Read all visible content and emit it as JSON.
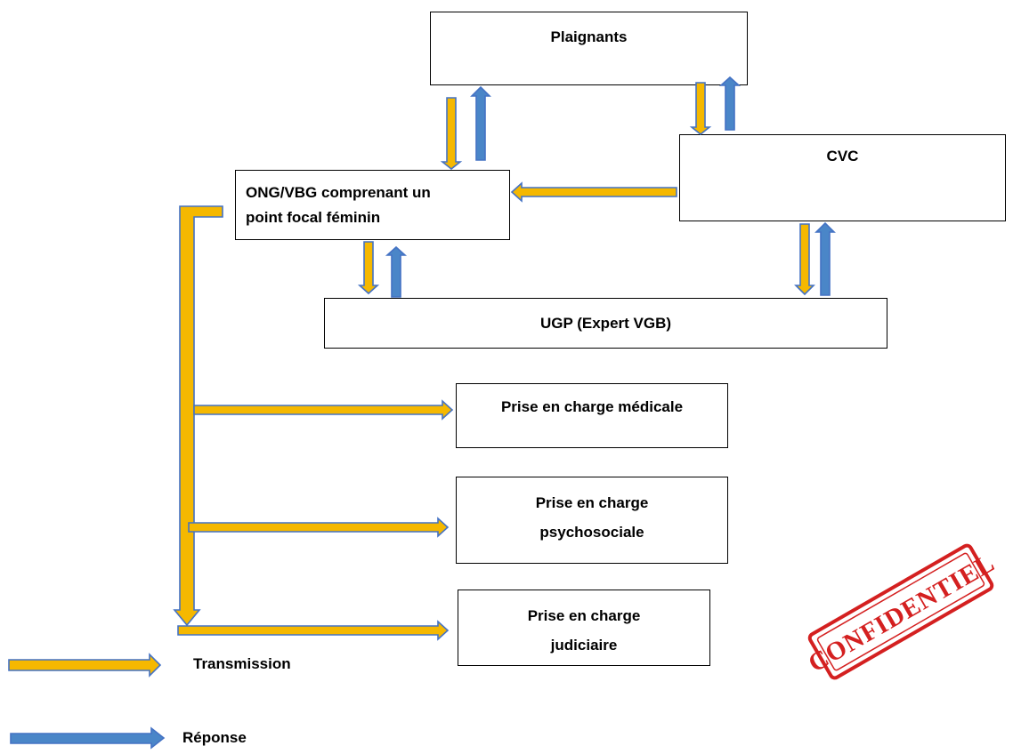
{
  "nodes": {
    "plaignants": "Plaignants",
    "cvc": "CVC",
    "ong_line1": "ONG/VBG comprenant un",
    "ong_line2": "point focal féminin",
    "ugp": "UGP (Expert VGB)",
    "medicale": "Prise en charge médicale",
    "psycho_line1": "Prise en charge",
    "psycho_line2": "psychosociale",
    "judiciaire_line1": "Prise en charge",
    "judiciaire_line2": "judiciaire"
  },
  "legend": {
    "transmission": "Transmission",
    "reponse": "Réponse"
  },
  "stamp": {
    "text": "CONFIDENTIEL"
  },
  "colors": {
    "transmission": "#F5B800",
    "reponse": "#4A86C8",
    "outline": "#4472C4",
    "stamp": "#D42020"
  }
}
